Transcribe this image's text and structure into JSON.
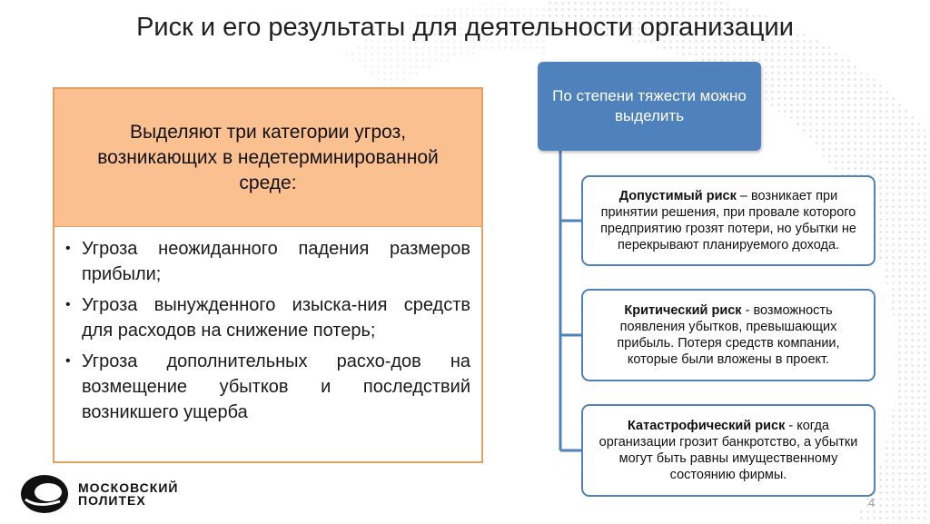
{
  "title": "Риск и его результаты для деятельности организации",
  "left_panel": {
    "header": "Выделяют три категории угроз, возникающих в недетерминированной среде:",
    "items": [
      "Угроза неожиданного падения размеров прибыли;",
      "Угроза вынужденного изыска-ния средств для расходов на снижение потерь;",
      "Угроза дополнительных расхо-дов на возмещение убытков и последствий возникшего ущерба"
    ]
  },
  "right_panel": {
    "header": "По степени тяжести можно выделить",
    "risks": [
      {
        "name": "Допустимый риск",
        "desc": " – возникает при принятии решения, при провале которого предприятию грозят потери, но убытки не перекрывают планируемого дохода."
      },
      {
        "name": "Критический риск",
        "desc": " - возможность появления убытков, превышающих прибыль. Потеря средств компании, которые были вложены в проект."
      },
      {
        "name": "Катастрофический риск",
        "desc": " - когда организации грозит банкротство, а убытки могут быть равны имущественному состоянию фирмы."
      }
    ]
  },
  "logo": {
    "line1": "МОСКОВСКИЙ",
    "line2": "ПОЛИТЕХ"
  },
  "page_number": "4",
  "colors": {
    "accent_blue": "#4f81bd",
    "accent_orange": "#fac090",
    "border_orange": "#e3a063"
  }
}
